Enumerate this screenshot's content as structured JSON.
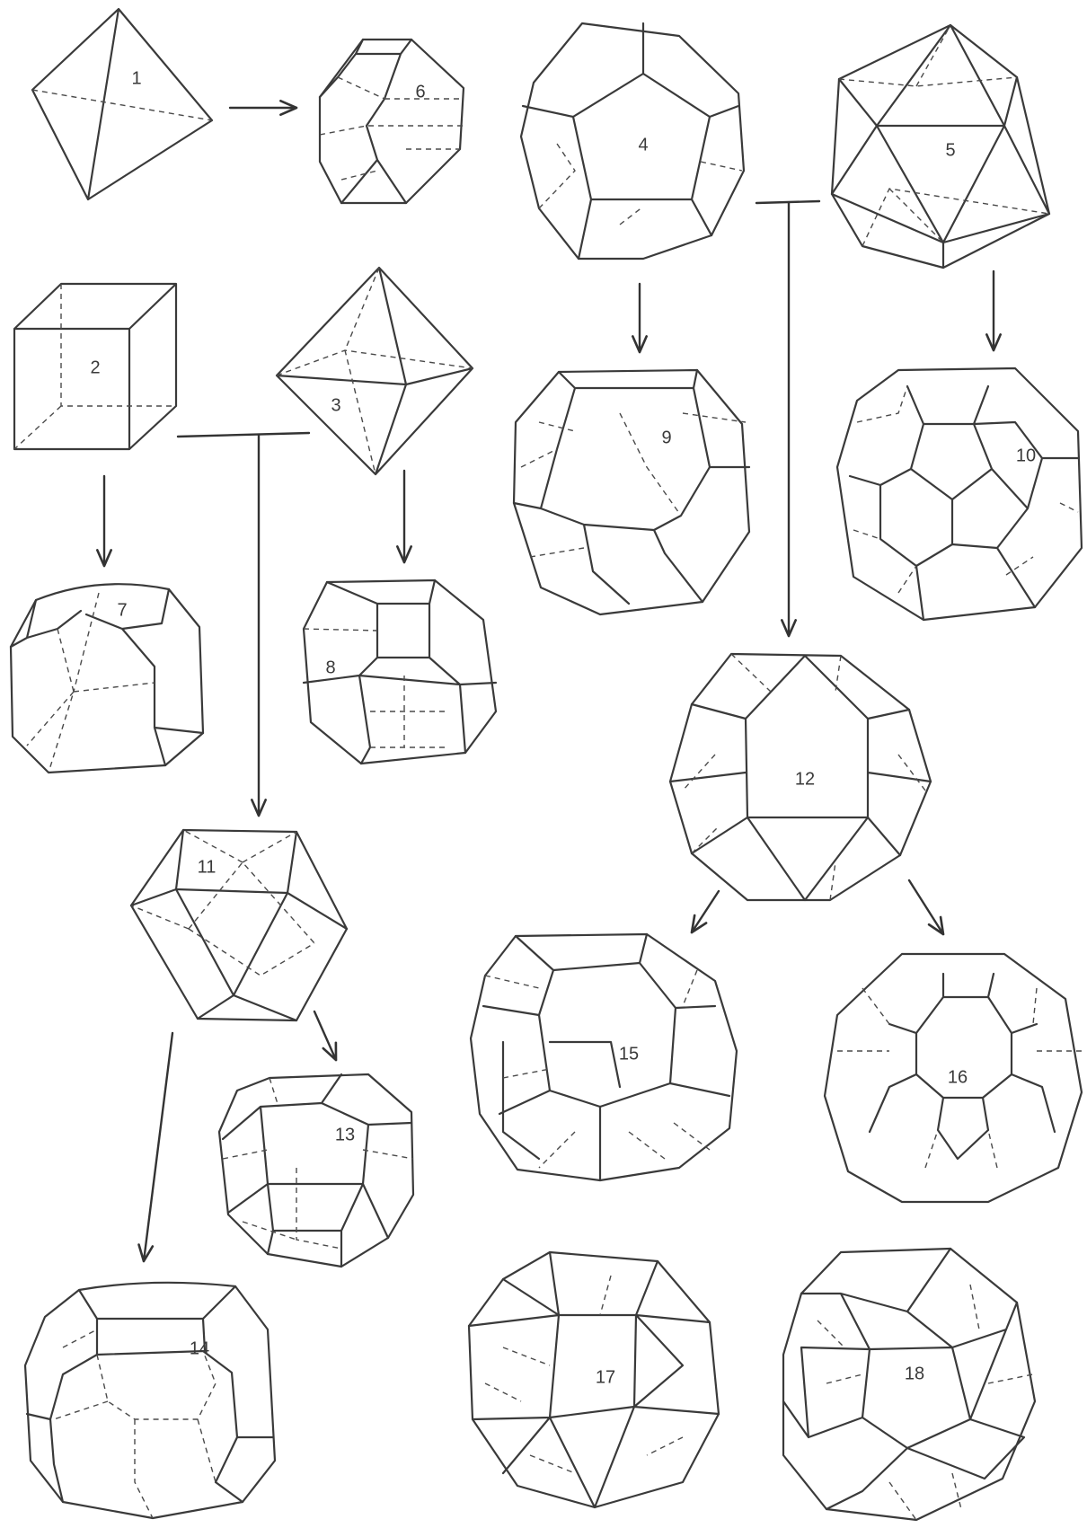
{
  "figure": {
    "labels": {
      "p1": "1",
      "p2": "2",
      "p3": "3",
      "p4": "4",
      "p5": "5",
      "p6": "6",
      "p7": "7",
      "p8": "8",
      "p9": "9",
      "p10": "10",
      "p11": "11",
      "p12": "12",
      "p13": "13",
      "p14": "14",
      "p15": "15",
      "p16": "16",
      "p17": "17",
      "p18": "18"
    },
    "colors": {
      "line": "#3a3a3a",
      "background": "#ffffff"
    }
  }
}
